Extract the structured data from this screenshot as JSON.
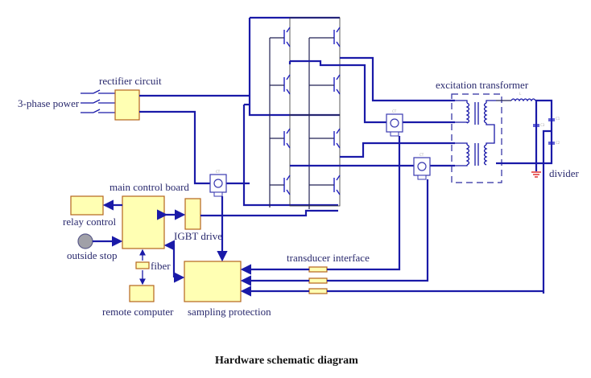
{
  "diagram": {
    "caption": "Hardware schematic diagram",
    "labels": {
      "three_phase_power": "3-phase power",
      "rectifier_circuit": "rectifier circuit",
      "excitation_transformer": "excitation transformer",
      "divider": "divider",
      "main_control_board": "main control board",
      "relay_control": "relay control",
      "outside_stop": "outside stop",
      "igbt_drive": "IGBT drive",
      "fiber": "fiber",
      "remote_computer": "remote computer",
      "sampling_protection": "sampling protection",
      "transducer_interface": "transducer interface"
    },
    "small_marks": {
      "ct": "CT",
      "inductor": "L",
      "cap1": "C1",
      "cap2": "C2",
      "cap3": "C3"
    },
    "colors": {
      "wire": "#1a1aa8",
      "box_fill": "#ffffb3",
      "box_border": "#b5651d",
      "stop_button": "#a0a0a8",
      "ground": "#e03030"
    }
  }
}
